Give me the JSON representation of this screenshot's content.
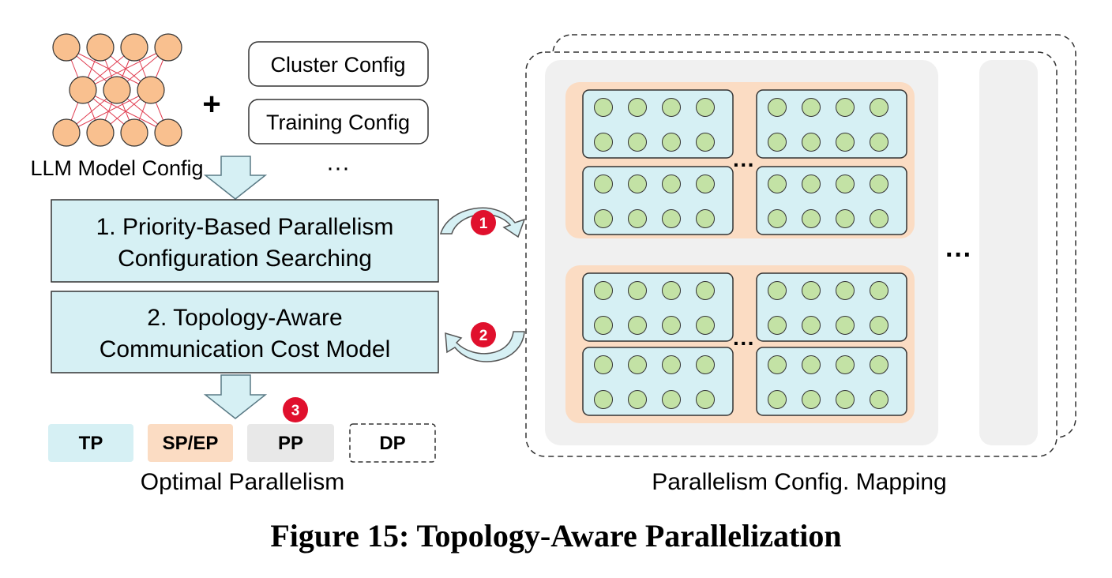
{
  "inputs": {
    "model_config": "LLM Model Config",
    "plus": "+",
    "cluster_config": "Cluster Config",
    "training_config": "Training Config",
    "more": "···"
  },
  "steps": {
    "step1_line1": "1. Priority-Based Parallelism",
    "step1_line2": "Configuration Searching",
    "step2_line1": "2. Topology-Aware",
    "step2_line2": "Communication Cost Model"
  },
  "markers": {
    "m1": "1",
    "m2": "2",
    "m3": "3"
  },
  "output": {
    "tp": "TP",
    "sp_ep": "SP/EP",
    "pp": "PP",
    "dp": "DP",
    "label": "Optimal Parallelism"
  },
  "mapping": {
    "label": "Parallelism Config. Mapping",
    "ellipsis_inner_1": "···",
    "ellipsis_inner_2": "···",
    "ellipsis_side": "···"
  },
  "caption": "Figure 15: Topology-Aware Parallelization",
  "colors": {
    "node_orange": "#f9c08f",
    "edge_red": "#e03a4e",
    "step_box": "#d6f0f4",
    "tp": "#d6f0f4",
    "sp_ep": "#fbdcc3",
    "pp": "#e8e8e8",
    "marker_red": "#e0102d",
    "green_node": "#c3e2a5",
    "gray_panel": "#f0f0f0"
  }
}
